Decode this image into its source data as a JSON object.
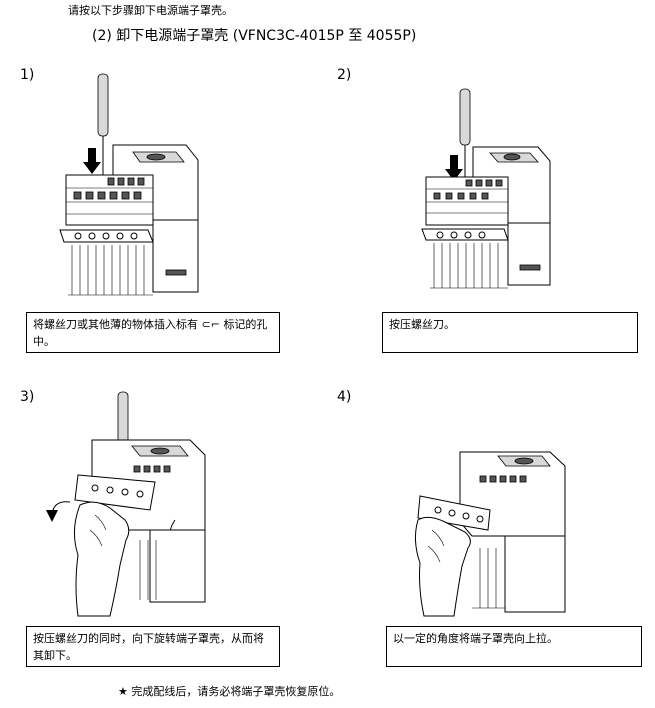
{
  "intro": "请按以下步骤卸下电源端子罩壳。",
  "section_title": "(2) 卸下电源端子罩壳 (VFNC3C-4015P 至 4055P)",
  "steps": [
    {
      "number": "1)",
      "caption_line1": "将螺丝刀或其他薄的物体插入标有",
      "caption_symbol": "⊂⌐",
      "caption_line1_end": "标记的孔",
      "caption_line2": "中。"
    },
    {
      "number": "2)",
      "caption": "按压螺丝刀。"
    },
    {
      "number": "3)",
      "caption_line1": "按压螺丝刀的同时，向下旋转端子罩壳，从而将",
      "caption_line2": "其卸下。"
    },
    {
      "number": "4)",
      "caption": "以一定的角度将端子罩壳向上拉。"
    }
  ],
  "footnote": "★ 完成配线后，请务必将端子罩壳恢复原位。"
}
